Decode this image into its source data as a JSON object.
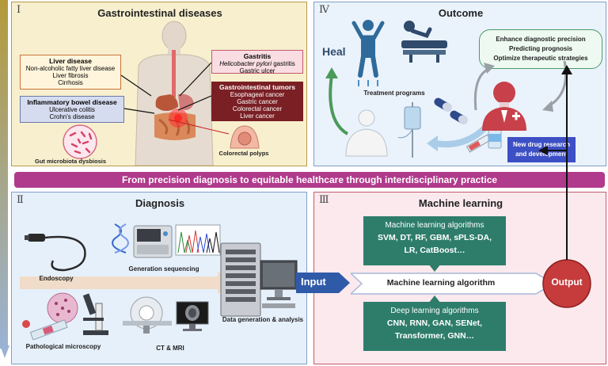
{
  "panels": {
    "p1": {
      "numeral": "I",
      "title": "Gastrointestinal diseases",
      "liver": {
        "title": "Liver disease",
        "items": [
          "Non-alcoholic fatty liver disease",
          "Liver fibrosis",
          "Cirrhosis"
        ]
      },
      "ibd": {
        "title": "Inflammatory bowel disease",
        "items": [
          "Ulcerative colitis",
          "Crohn's disease"
        ]
      },
      "gastritis": {
        "title": "Gastritis",
        "line1_italic": "Helicobacter pylori",
        "line1_rest": " gastritis",
        "line2": "Gastric ulcer"
      },
      "tumors": {
        "title": "Gastrointestinal tumors",
        "items": [
          "Esophageal cancer",
          "Gastric cancer",
          "Colorectal cancer",
          "Liver cancer"
        ]
      },
      "microbiota": "Gut microbiota dysbiosis",
      "polyps": "Colorectal polyps"
    },
    "p4": {
      "numeral": "Ⅳ",
      "title": "Outcome",
      "heal": "Heal",
      "treatment": "Treatment programs",
      "outcomes": [
        "Enhance diagnostic precision",
        "Predicting prognosis",
        "Optimize therapeutic strategies"
      ],
      "drug": [
        "New drug research",
        "and development"
      ]
    },
    "p2": {
      "numeral": "Ⅱ",
      "title": "Diagnosis",
      "endoscopy": "Endoscopy",
      "sequencing": "Generation sequencing",
      "microscopy": "Pathological microscopy",
      "ctmri": "CT & MRI",
      "datagen": "Data generation & analysis"
    },
    "p3": {
      "numeral": "Ⅲ",
      "title": "Machine learning",
      "ml_title": "Machine learning algorithms",
      "ml_line1": "SVM, DT, RF, GBM, sPLS-DA,",
      "ml_line2": "LR, CatBoost…",
      "center": "Machine learning algorithm",
      "dl_title": "Deep learning algorithms",
      "dl_line1": "CNN, RNN, GAN, SENet,",
      "dl_line2": "Transformer, GNN…",
      "input": "Input",
      "output": "Output"
    }
  },
  "banner": "From precision diagnosis to equitable healthcare through interdisciplinary practice",
  "colors": {
    "p1_bg": "#f7efce",
    "p1_border": "#b89a4a",
    "p4_bg": "#eaf2fb",
    "p4_border": "#7f9fc7",
    "p2_bg": "#e6f0fb",
    "p2_border": "#7f9fc7",
    "p3_bg": "#fbe9ee",
    "p3_border": "#c25a6c",
    "banner": "#b03a8c",
    "green": "#2e7d6b",
    "tumor": "#7a1f24",
    "liver_border": "#c9733a",
    "ibd_bg": "#d6dcf0",
    "input": "#2f5aa8",
    "output": "#c63b3b",
    "drug": "#3d4fc4"
  },
  "icons": [
    "human-body-icon",
    "bacteria-icon",
    "polyp-icon",
    "patient-bed-icon",
    "jumping-person-icon",
    "doctor-icon",
    "iv-drip-icon",
    "pill-icon",
    "syringe-icon",
    "endoscope-icon",
    "dna-icon",
    "sequencer-icon",
    "chromatogram-icon",
    "microscope-icon",
    "tissue-icon",
    "ct-scanner-icon",
    "mri-monitor-icon",
    "server-icon",
    "computer-icon"
  ]
}
